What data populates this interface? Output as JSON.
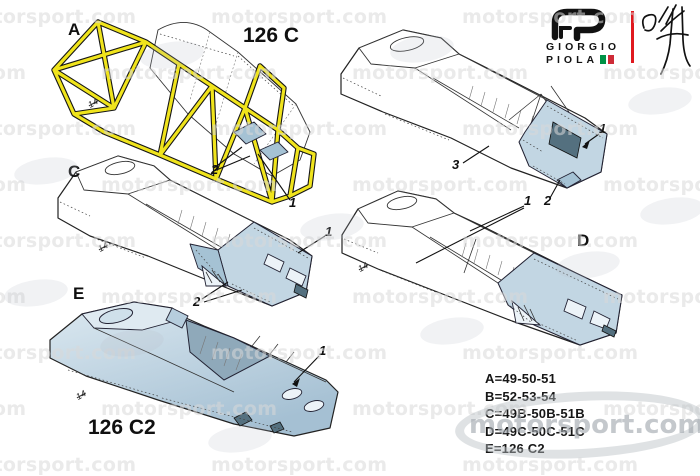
{
  "header": {
    "logo": {
      "name": "giorgio-piola-monogram"
    },
    "brand_line1": "GIORGIO",
    "brand_line2": "PIOLA",
    "signature": {
      "name": "piola-signature"
    }
  },
  "titles": {
    "top": "126 C",
    "bottom": "126 C2"
  },
  "drawing_labels": {
    "a": "A",
    "c": "C",
    "d": "D",
    "e": "E"
  },
  "callouts": {
    "a": [
      "2",
      "1"
    ],
    "b": [
      "3",
      "2",
      "1"
    ],
    "c": [
      "2",
      "1"
    ],
    "d": [
      "1"
    ],
    "e": [
      "1"
    ]
  },
  "handwritten_mark": "14",
  "legend": {
    "items": [
      {
        "text": "A=49-50-51"
      },
      {
        "text": "B=52-53-54"
      },
      {
        "text": "C=49B-50B-51B"
      },
      {
        "text": "D=49C-50C-51C"
      },
      {
        "text": "E=126 C2"
      }
    ]
  },
  "watermark": {
    "text": "motorsport.com",
    "big_text": "motorsport.com"
  },
  "colors": {
    "frame_yellow": "#f0e41c",
    "panel_blue": "#c2d6e3",
    "panel_blue_dark": "#a5c2d4",
    "divider_red": "#e0191f",
    "flag_green": "#009246",
    "flag_red": "#ce2b37",
    "watermark_gray": "#d9d9d9"
  }
}
